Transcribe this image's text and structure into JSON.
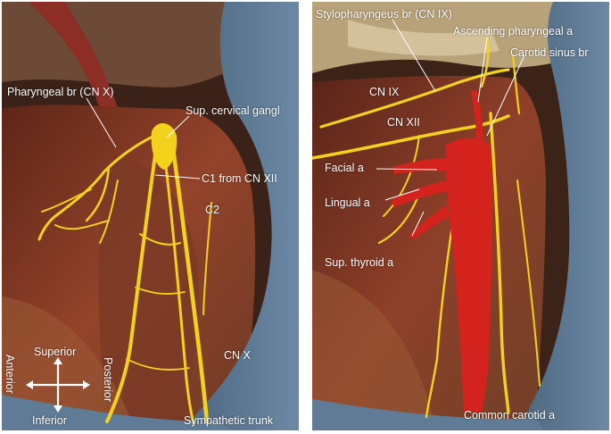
{
  "left_panel": {
    "labels": {
      "pharyngeal_br": "Pharyngeal br (CN X)",
      "sup_cervical_gangl": "Sup. cervical gangl",
      "c1_from_cn_xii": "C1 from CN XII",
      "c2": "C2",
      "cn_x": "CN X",
      "sympathetic_trunk": "Sympathetic trunk"
    },
    "orientation": {
      "superior": "Superior",
      "inferior": "Inferior",
      "anterior": "Anterior",
      "posterior": "Posterior"
    }
  },
  "right_panel": {
    "labels": {
      "stylopharyngeus_br": "Stylopharyngeus br (CN IX)",
      "ascending_pharyngeal_a": "Ascending pharyngeal a",
      "carotid_sinus_br": "Carotid sinus br",
      "cn_ix": "CN IX",
      "cn_xii": "CN XII",
      "facial_a": "Facial a",
      "lingual_a": "Lingual a",
      "sup_thyroid_a": "Sup. thyroid a",
      "common_carotid_a": "Common carotid a"
    }
  },
  "colors": {
    "nerve_yellow": "#f2d21a",
    "artery_red": "#d4221c",
    "muscle": "#8a3a24",
    "drape_blue": "#5a7690",
    "label_text": "#ffffff"
  }
}
